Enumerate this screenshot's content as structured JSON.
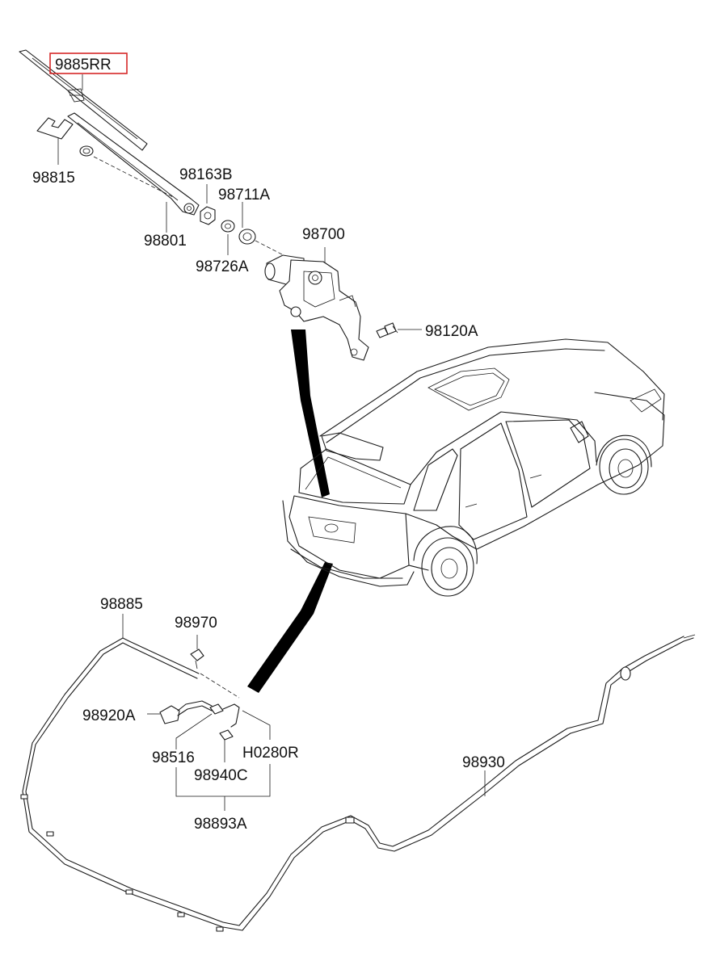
{
  "labels": {
    "p9885rr": "9885RR",
    "p98815": "98815",
    "p98163b": "98163B",
    "p98711a": "98711A",
    "p98801": "98801",
    "p98726a": "98726A",
    "p98700": "98700",
    "p98120a": "98120A",
    "p98885": "98885",
    "p98970": "98970",
    "p98920a": "98920A",
    "p98516": "98516",
    "ph0280r": "H0280R",
    "p98940c": "98940C",
    "p98893a": "98893A",
    "p98930": "98930"
  },
  "highlight_color": "#d62828"
}
